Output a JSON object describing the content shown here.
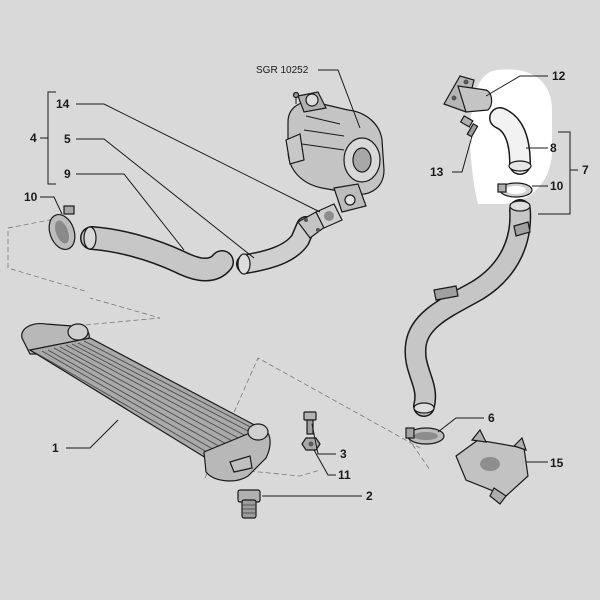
{
  "diagram": {
    "reference_code": "SGR 10252",
    "callouts": [
      {
        "id": "c1",
        "label": "1"
      },
      {
        "id": "c2",
        "label": "2"
      },
      {
        "id": "c3",
        "label": "3"
      },
      {
        "id": "c4",
        "label": "4"
      },
      {
        "id": "c5",
        "label": "5"
      },
      {
        "id": "c6",
        "label": "6"
      },
      {
        "id": "c7",
        "label": "7"
      },
      {
        "id": "c8",
        "label": "8"
      },
      {
        "id": "c9",
        "label": "9"
      },
      {
        "id": "c10a",
        "label": "10"
      },
      {
        "id": "c10b",
        "label": "10"
      },
      {
        "id": "c11",
        "label": "11"
      },
      {
        "id": "c12",
        "label": "12"
      },
      {
        "id": "c13",
        "label": "13"
      },
      {
        "id": "c14",
        "label": "14"
      },
      {
        "id": "c15",
        "label": "15"
      }
    ]
  },
  "colors": {
    "background": "#d9d9d9",
    "highlight": "#ffffff",
    "line": "#1a1a1a",
    "part_fill": "#bdbdbd",
    "part_shade": "#8f8f8f"
  }
}
